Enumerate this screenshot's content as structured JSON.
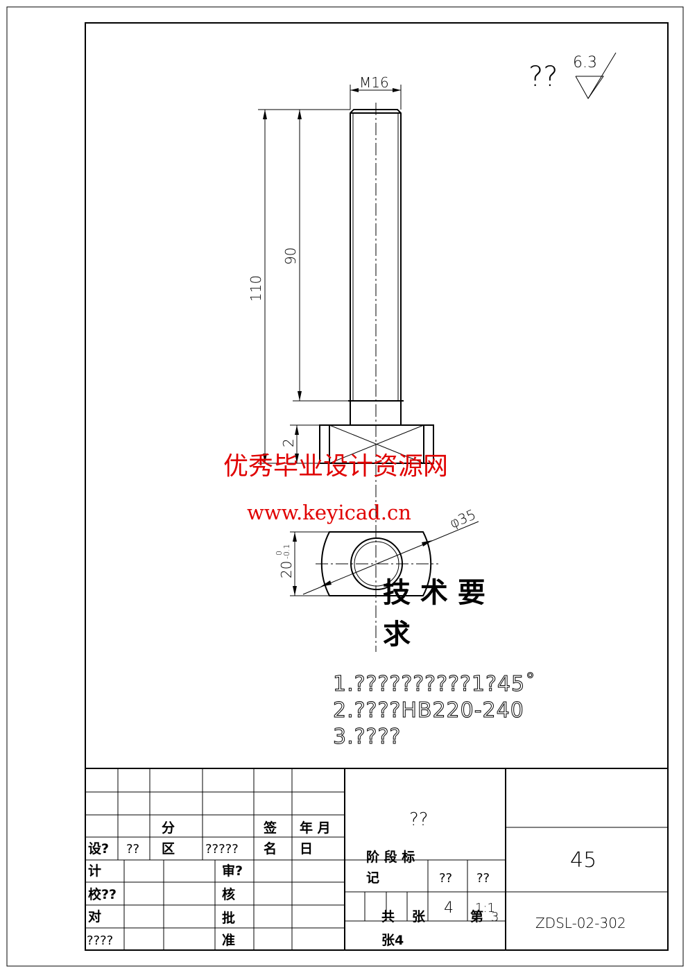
{
  "drawing": {
    "thread_label": "M16",
    "dim_total_length": "110",
    "dim_thread_length": "90",
    "dim_head_height": "2",
    "dim_diameter": "φ35",
    "dim_width": "20",
    "dim_width_tol_upper": "0",
    "dim_width_tol_lower": "-0.1",
    "roughness_prefix": "??",
    "roughness_value": "6.3"
  },
  "watermark": {
    "line1": "优秀毕业设计资源网",
    "line2": "www.keyicad.cn"
  },
  "tech_requirements": {
    "title_line1": "技 术 要",
    "title_line2": "求",
    "items": [
      "1.??????????1?45˚",
      "2.????HB220-240",
      "3.????"
    ]
  },
  "title_block": {
    "fen": "分",
    "qu": "区",
    "qian": "签",
    "ming": "名",
    "nian_yue": "年 月",
    "ri": "日",
    "she": "设?",
    "she_q": "??",
    "qu_q": "?????",
    "ji": "计",
    "shen": "审?",
    "jiao": "校??",
    "he": "核",
    "dui": "对",
    "pi": "批",
    "zhun": "准",
    "bottom_q": "????",
    "name": "??",
    "stage_mark1": "阶 段 标",
    "stage_mark2": "记",
    "weight_label": "??",
    "scale_label": "??",
    "gong": "共",
    "zhang": "张",
    "count": "4",
    "di": "第",
    "scale": "1:1",
    "sheet": "3",
    "zhang4": "张4",
    "material": "45",
    "drawing_no": "ZDSL-02-302"
  }
}
